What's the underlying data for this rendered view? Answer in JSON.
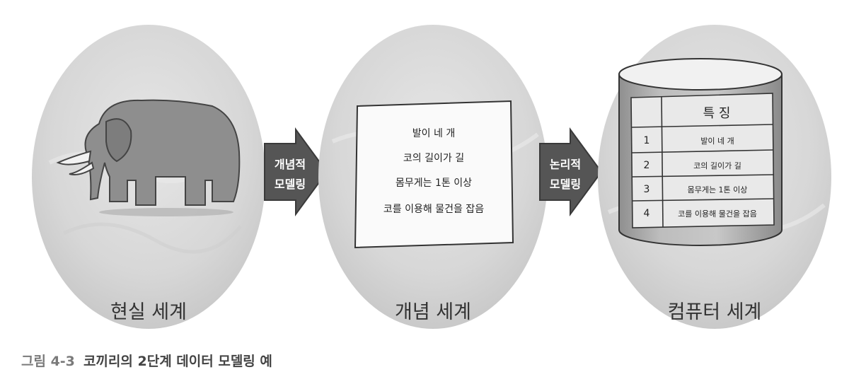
{
  "stages": {
    "real": {
      "label": "현실 세계"
    },
    "concept": {
      "label": "개념 세계",
      "card_lines": [
        "발이 네 개",
        "코의 길이가 길",
        "몸무게는 1톤 이상",
        "코를 이용해 물건을 잡음"
      ]
    },
    "computer": {
      "label": "컴퓨터 세계",
      "table_header": "특 징",
      "rows": [
        {
          "no": "1",
          "text": "발이 네 개"
        },
        {
          "no": "2",
          "text": "코의 길이가 길"
        },
        {
          "no": "3",
          "text": "몸무게는 1톤 이상"
        },
        {
          "no": "4",
          "text": "코를 이용해 물건을 잡음"
        }
      ]
    }
  },
  "arrows": {
    "conceptual": {
      "line1": "개념적",
      "line2": "모델링"
    },
    "logical": {
      "line1": "논리적",
      "line2": "모델링"
    }
  },
  "caption": {
    "number": "그림 4-3",
    "text": "코끼리의 2단계 데이터 모델링 예"
  }
}
